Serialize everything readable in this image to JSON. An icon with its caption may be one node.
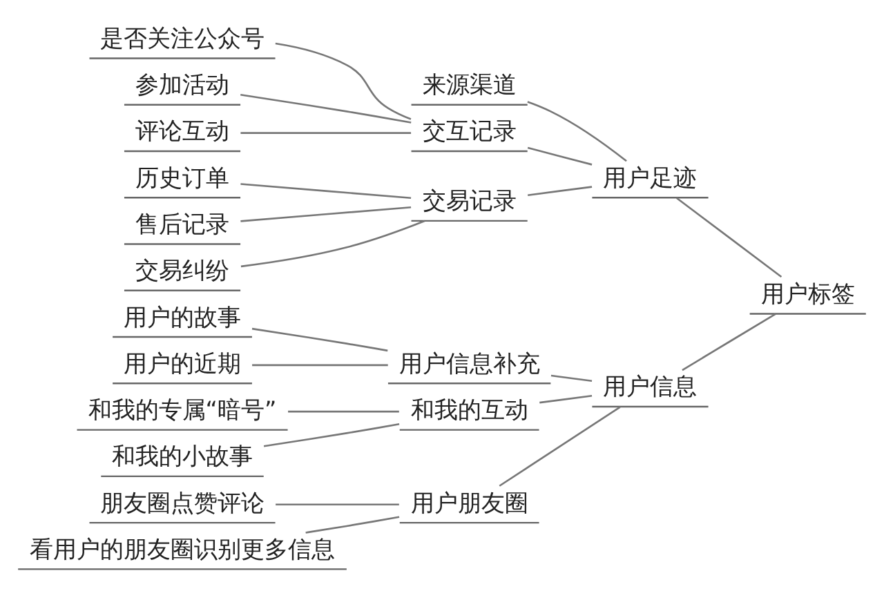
{
  "diagram": {
    "nodes": [
      {
        "text": [
          "用户标签"
        ]
      },
      {
        "text": [
          "用户足迹"
        ]
      },
      {
        "text": [
          "来源渠道"
        ]
      },
      {
        "text": [
          "交互记录"
        ]
      },
      {
        "text": [
          "是否关注公众号"
        ]
      },
      {
        "text": [
          "参加活动"
        ]
      },
      {
        "text": [
          "评论互动"
        ]
      },
      {
        "text": [
          "交易记录"
        ]
      },
      {
        "text": [
          "历史订单"
        ]
      },
      {
        "text": [
          "售后记录"
        ]
      },
      {
        "text": [
          "交易纠纷"
        ]
      },
      {
        "text": [
          "用户信息"
        ]
      },
      {
        "text": [
          "用户信息补充"
        ]
      },
      {
        "text": [
          "用户的故事"
        ]
      },
      {
        "text": [
          "用户的近期"
        ]
      },
      {
        "text": [
          "和我的互动"
        ]
      },
      {
        "text": [
          "和我的专属“暗号”"
        ]
      },
      {
        "text": [
          "和我的小故事"
        ]
      },
      {
        "text": [
          "用户朋友圈"
        ]
      },
      {
        "text": [
          "朋友圈点赞评论"
        ]
      },
      {
        "text": [
          "看用户的朋友圈识别更多信息"
        ]
      }
    ],
    "edges": [
      {
        "from": 0,
        "to": 1,
        "arrow": "none"
      },
      {
        "from": 1,
        "to": 2,
        "arrow": "none"
      },
      {
        "from": 1,
        "to": 3,
        "arrow": "none"
      },
      {
        "from": 3,
        "to": 4,
        "arrow": "none"
      },
      {
        "from": 3,
        "to": 5,
        "arrow": "none"
      },
      {
        "from": 3,
        "to": 6,
        "arrow": "none"
      },
      {
        "from": 1,
        "to": 7,
        "arrow": "none"
      },
      {
        "from": 7,
        "to": 8,
        "arrow": "none"
      },
      {
        "from": 7,
        "to": 9,
        "arrow": "none"
      },
      {
        "from": 7,
        "to": 10,
        "arrow": "none"
      },
      {
        "from": 0,
        "to": 11,
        "arrow": "none"
      },
      {
        "from": 11,
        "to": 12,
        "arrow": "none"
      },
      {
        "from": 12,
        "to": 13,
        "arrow": "none"
      },
      {
        "from": 12,
        "to": 14,
        "arrow": "none"
      },
      {
        "from": 11,
        "to": 15,
        "arrow": "none"
      },
      {
        "from": 15,
        "to": 16,
        "arrow": "none"
      },
      {
        "from": 15,
        "to": 17,
        "arrow": "none"
      },
      {
        "from": 11,
        "to": 18,
        "arrow": "none"
      },
      {
        "from": 18,
        "to": 19,
        "arrow": "none"
      },
      {
        "from": 18,
        "to": 20,
        "arrow": "none"
      }
    ]
  }
}
